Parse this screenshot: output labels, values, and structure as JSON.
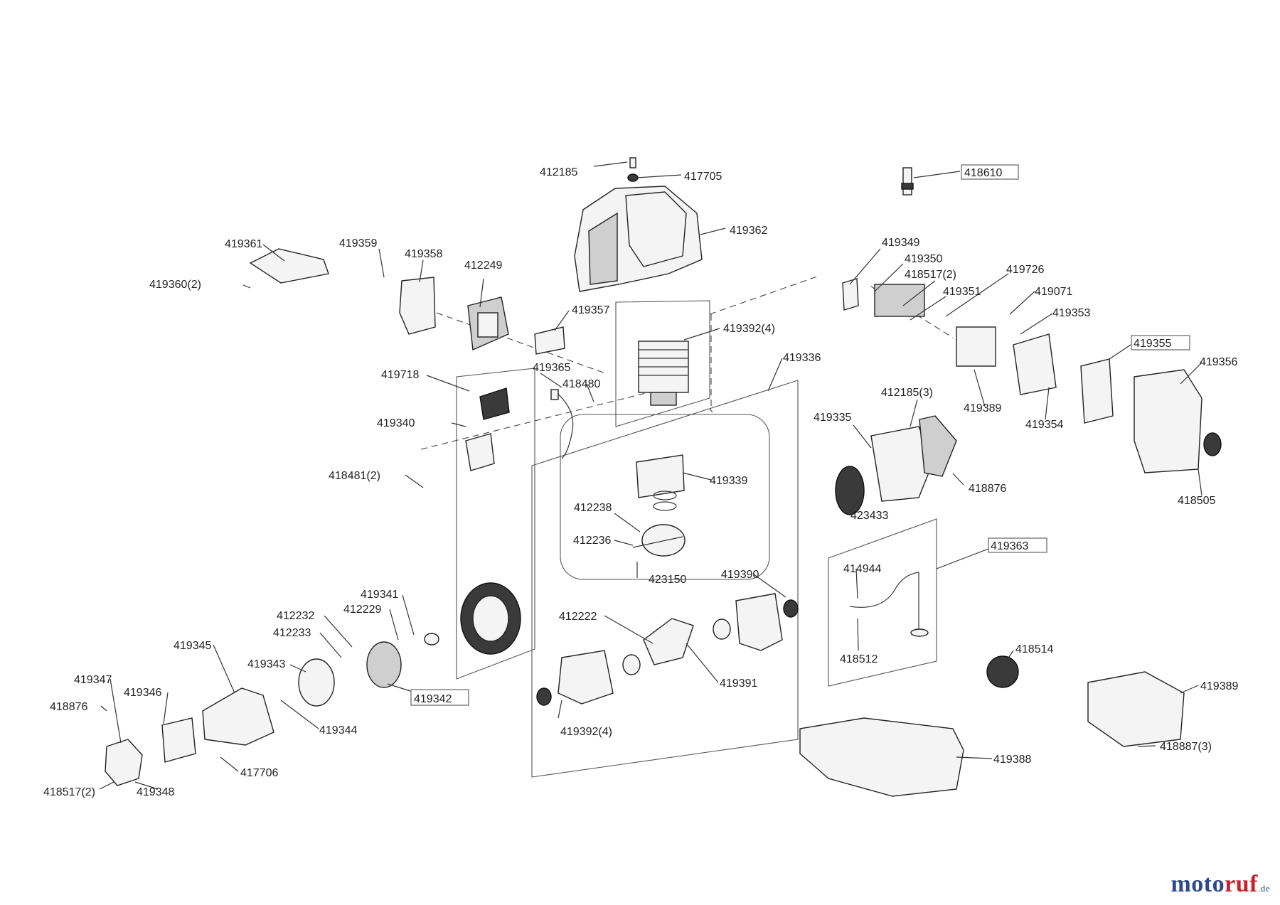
{
  "diagram": {
    "part_numbers": [
      "412185",
      "417705",
      "418610",
      "419362",
      "419361",
      "419359",
      "419358",
      "412249",
      "419360(2)",
      "419357",
      "419349",
      "419350",
      "418517(2)",
      "419726",
      "419351",
      "419071",
      "419353",
      "419392(4)",
      "419355",
      "419356",
      "419336",
      "419718",
      "419365",
      "418480",
      "419340",
      "412185(3)",
      "419335",
      "419389",
      "419354",
      "418481(2)",
      "419339",
      "418876",
      "418505",
      "412238",
      "423433",
      "412236",
      "419363",
      "423150",
      "419390",
      "414944",
      "419341",
      "412232",
      "412229",
      "412233",
      "412222",
      "419345",
      "419343",
      "418514",
      "418512",
      "419347",
      "419346",
      "419342",
      "419391",
      "418876",
      "419344",
      "419392(4)",
      "419389",
      "418887(3)",
      "419388",
      "417706",
      "418517(2)",
      "419348"
    ],
    "boxed_labels": [
      "418610",
      "419355",
      "419363",
      "419342"
    ]
  },
  "brand": {
    "part1": "moto",
    "part2": "ruf",
    "part3": ".de"
  }
}
